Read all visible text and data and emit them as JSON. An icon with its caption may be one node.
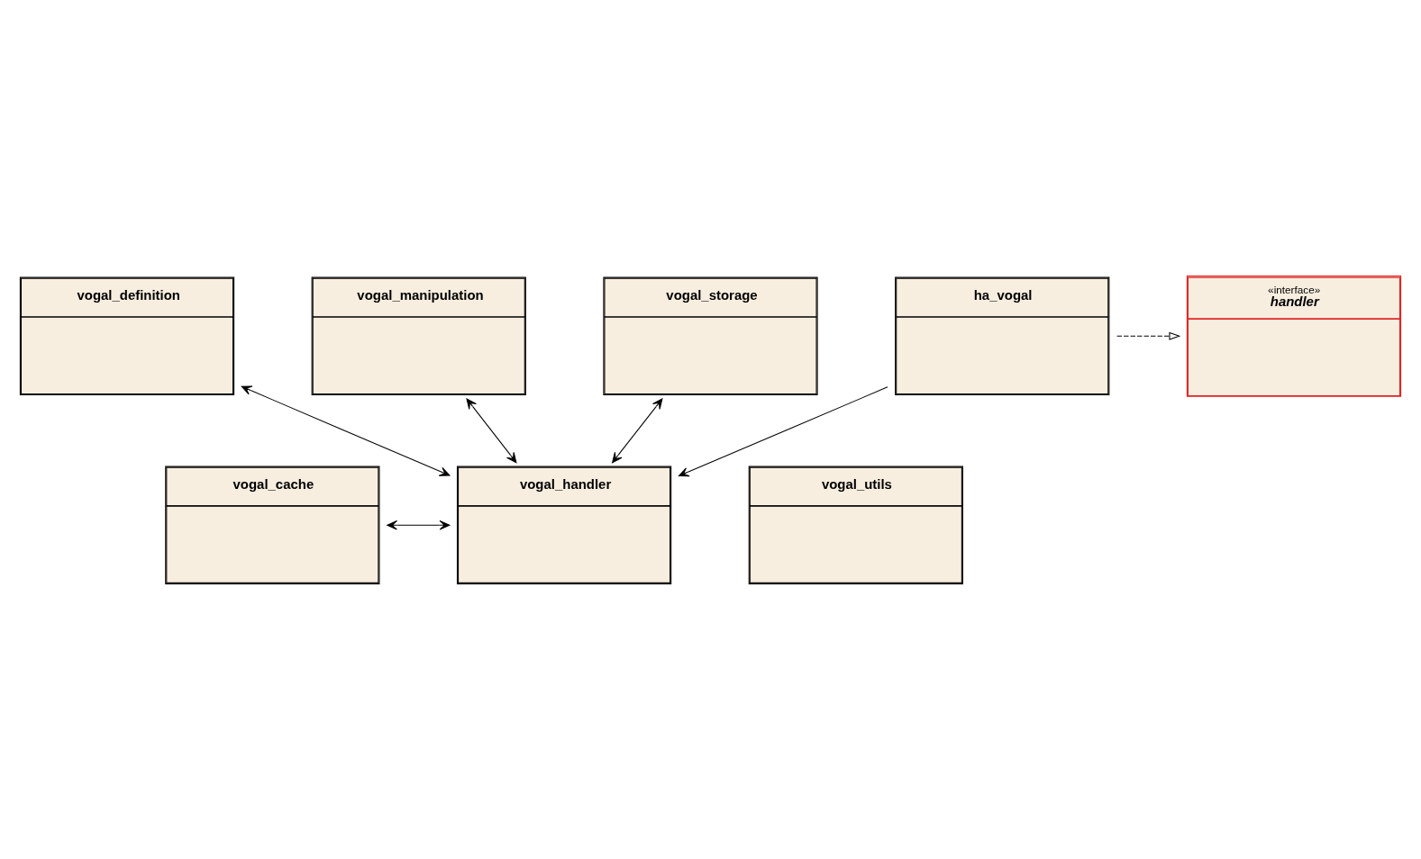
{
  "diagram": {
    "nodes": [
      {
        "text": [
          "vogal_definition"
        ]
      },
      {
        "text": [
          "vogal_manipulation"
        ]
      },
      {
        "text": [
          "vogal_storage"
        ]
      },
      {
        "text": [
          "vogal_cache"
        ]
      },
      {
        "text": [
          "vogal_handler"
        ]
      },
      {
        "text": [
          "vogal_utils"
        ]
      },
      {
        "text": [
          "ha_vogal"
        ]
      },
      {
        "text": [
          "«interface»",
          "handler"
        ]
      }
    ],
    "edges": [
      {
        "from": 0,
        "to": 4,
        "arrow": "both"
      },
      {
        "from": 1,
        "to": 4,
        "arrow": "both"
      },
      {
        "from": 2,
        "to": 4,
        "arrow": "both"
      },
      {
        "from": 3,
        "to": 4,
        "arrow": "both"
      },
      {
        "from": 6,
        "to": 4,
        "arrow": "to"
      },
      {
        "from": 6,
        "to": 7,
        "arrow": "to",
        "style": "dashed"
      }
    ]
  }
}
